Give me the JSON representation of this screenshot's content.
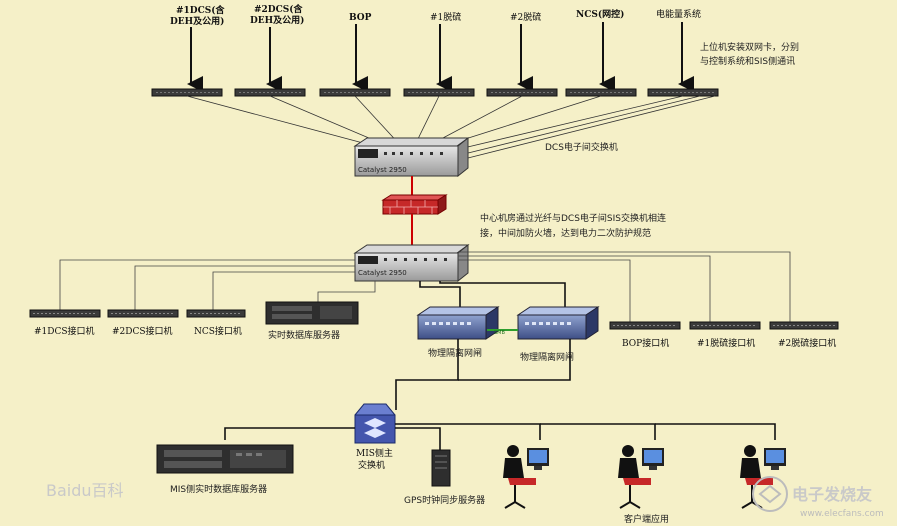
{
  "top_sources": [
    "#1DCS(含",
    "#2DCS(含",
    "BOP",
    "#1脱硫",
    "#2脱硫",
    "NCS(网控)",
    "电能量系统"
  ],
  "top_sources_line2": [
    "DEH及公用)",
    "DEH及公用)"
  ],
  "note_top": [
    "上位机安装双网卡，分别",
    "与控制系统和SIS侧通讯"
  ],
  "dcs_switch": {
    "model": "Catalyst 2950",
    "label": "DCS电子间交换机"
  },
  "note_mid": [
    "中心机房通过光纤与DCS电子间SIS交换机相连",
    "接，中间加防火墙，达到电力二次防护规范"
  ],
  "center_switch": {
    "model": "Catalyst 2950"
  },
  "interfaces": [
    "#1DCS接口机",
    "#2DCS接口机",
    "NCS接口机",
    "实时数据库服务器",
    "物理隔离网闸",
    "物理隔离网闸",
    "BOP接口机",
    "#1脱硫接口机",
    "#2脱硫接口机"
  ],
  "gap_link": "SMB",
  "mis_switch": [
    "MIS侧主",
    "交换机"
  ],
  "bottom": {
    "mis_db": "MIS侧实时数据库服务器",
    "gps": "GPS时钟同步服务器",
    "clients": "客户端应用"
  },
  "watermarks": {
    "baidu": "Baidu百科",
    "elecfans": "电子发烧友",
    "elecfans_url": "www.elecfans.com"
  }
}
